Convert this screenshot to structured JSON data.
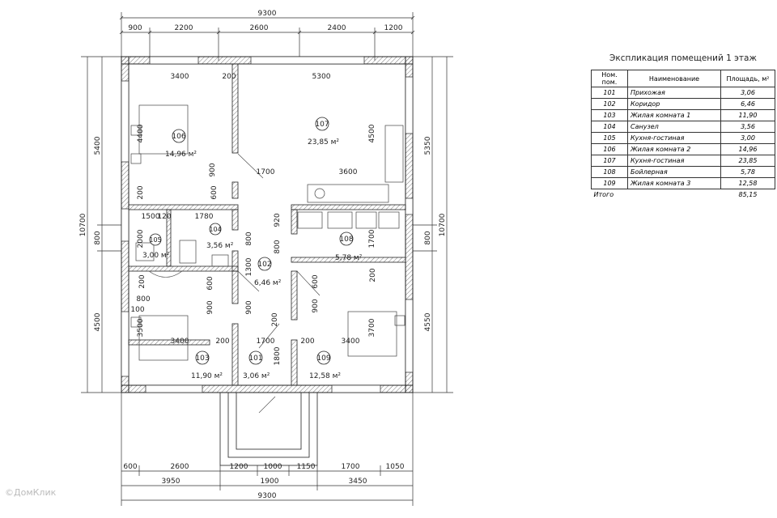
{
  "plan": {
    "dims_top_total": "9300",
    "dims_top": [
      "900",
      "2200",
      "2600",
      "2400",
      "1200"
    ],
    "dims_bottom_row1": [
      "600",
      "2600",
      "1200",
      "1000",
      "1150",
      "1700",
      "1050"
    ],
    "dims_bottom_row2": [
      "3950",
      "1900",
      "3450"
    ],
    "dims_bottom_total": "9300",
    "dims_left": [
      "5400",
      "800",
      "4500"
    ],
    "dims_left_total": "10700",
    "dims_right": [
      "5350",
      "800",
      "4550"
    ],
    "dims_right_total": "10700",
    "inner_dims": {
      "d3400a": "3400",
      "d200a": "200",
      "d5300": "5300",
      "d4400": "4400",
      "d4500": "4500",
      "d900a": "900",
      "d600a": "600",
      "d1700a": "1700",
      "d3600": "3600",
      "d200b": "200",
      "d1500": "1500",
      "d120": "120",
      "d1780": "1780",
      "d920": "920",
      "d2000": "2000",
      "d800a": "800",
      "d800b": "800",
      "d1700b": "1700",
      "d1300": "1300",
      "d600b": "600",
      "d200c": "200",
      "d600c": "600",
      "d200d": "200",
      "d800c": "800",
      "d100": "100",
      "d900b": "900",
      "d900c": "900",
      "d900d": "900",
      "d3500": "3500",
      "d3400b": "3400",
      "d200e": "200",
      "d1700c": "1700",
      "d200f": "200",
      "d3400c": "3400",
      "d3700": "3700",
      "d200g": "200",
      "d1800": "1800"
    },
    "rooms": [
      {
        "no": "106",
        "area": "14,96 м²"
      },
      {
        "no": "107",
        "area": "23,85 м²"
      },
      {
        "no": "104",
        "area": "3,56 м²"
      },
      {
        "no": "105",
        "area": "3,00 м²"
      },
      {
        "no": "108",
        "area": "5,78 м²"
      },
      {
        "no": "102",
        "area": "6,46 м²"
      },
      {
        "no": "103",
        "area": "11,90 м²"
      },
      {
        "no": "101",
        "area": "3,06 м²"
      },
      {
        "no": "109",
        "area": "12,58 м²"
      }
    ]
  },
  "legend": {
    "title": "Экспликация помещений 1 этаж",
    "headers": [
      "Ном. пом.",
      "Наименование",
      "Площадь, м²"
    ],
    "rows": [
      {
        "no": "101",
        "name": "Прихожая",
        "area": "3,06"
      },
      {
        "no": "102",
        "name": "Коридор",
        "area": "6,46"
      },
      {
        "no": "103",
        "name": "Жилая комната 1",
        "area": "11,90"
      },
      {
        "no": "104",
        "name": "Санузел",
        "area": "3,56"
      },
      {
        "no": "105",
        "name": "Кухня-гостиная",
        "area": "3,00"
      },
      {
        "no": "106",
        "name": "Жилая комната 2",
        "area": "14,96"
      },
      {
        "no": "107",
        "name": "Кухня-гостиная",
        "area": "23,85"
      },
      {
        "no": "108",
        "name": "Бойлерная",
        "area": "5,78"
      },
      {
        "no": "109",
        "name": "Жилая комната 3",
        "area": "12,58"
      }
    ],
    "total_label": "Итого",
    "total_value": "85,15"
  },
  "watermark": "©ДомКлик"
}
